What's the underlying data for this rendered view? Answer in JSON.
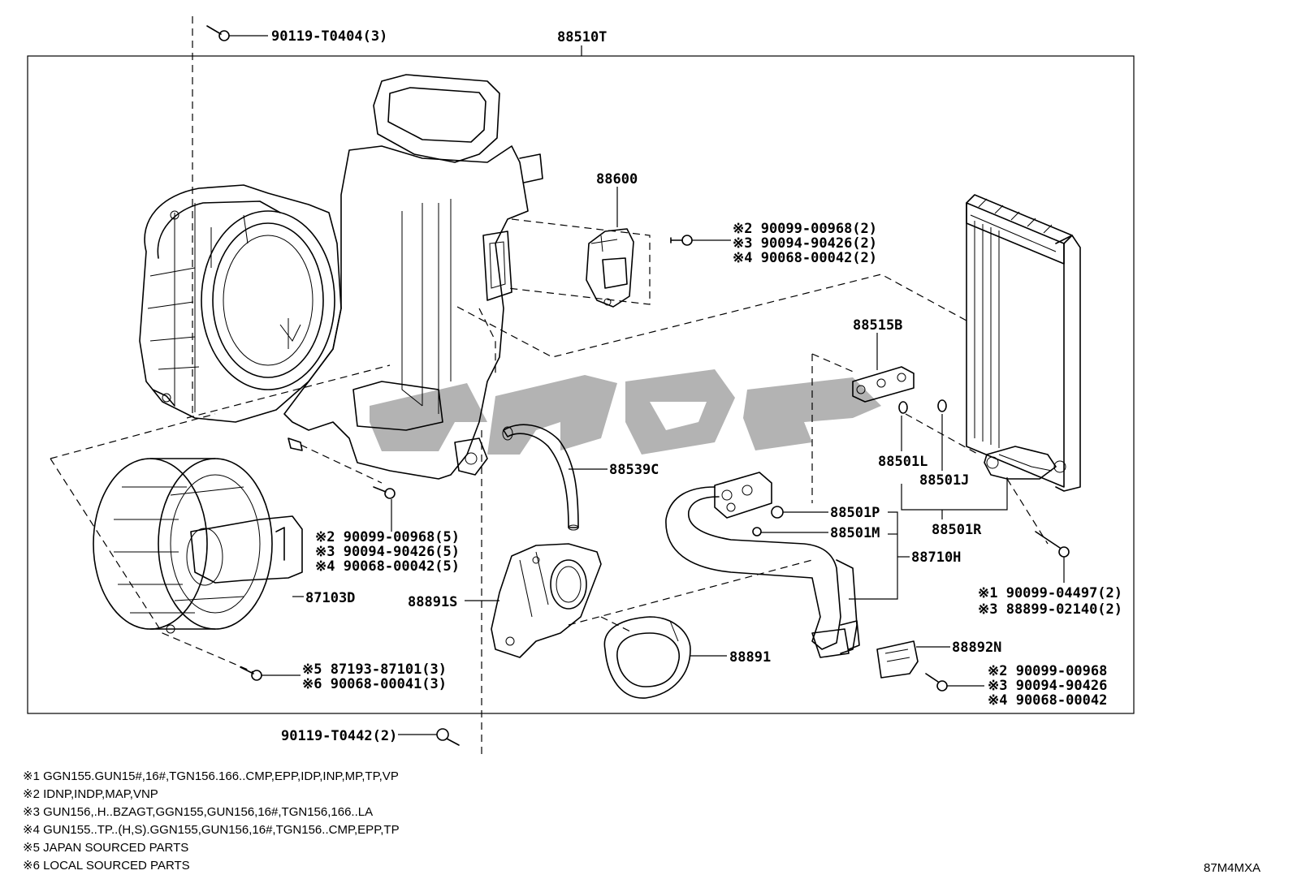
{
  "diagram_code": "87M4MXA",
  "assembly_label": "88510T",
  "callouts": {
    "bolt_top": "90119-T0404(3)",
    "bolt_bottom": "90119-T0442(2)",
    "resistor": "88600",
    "resistor_screws": [
      "※2 90099-00968(2)",
      "※3 90094-90426(2)",
      "※4 90068-00042(2)"
    ],
    "expansion_valve": "88515B",
    "oring_l": "88501L",
    "oring_j": "88501J",
    "oring_r": "88501R",
    "oring_p": "88501P",
    "oring_m": "88501M",
    "tube": "88710H",
    "drain_hose": "88539C",
    "blower_screws": [
      "※2 90099-00968(5)",
      "※3 90094-90426(5)",
      "※4 90068-00042(5)"
    ],
    "blower_motor": "87103D",
    "motor_screws": [
      "※5 87193-87101(3)",
      "※6 90068-00041(3)"
    ],
    "seal_s": "88891S",
    "seal": "88891",
    "clamp": "88892N",
    "clamp_screws": [
      "※2 90099-00968",
      "※3 90094-90426",
      "※4 90068-00042"
    ],
    "evap_bolts": [
      "※1 90099-04497(2)",
      "※3 88899-02140(2)"
    ]
  },
  "notes": [
    "※1 GGN155.GUN15#,16#,TGN156.166..CMP,EPP,IDP,INP,MP,TP,VP",
    "※2 IDNP,INDP,MAP,VNP",
    "※3 GUN156,.H..BZAGT,GGN155,GUN156,16#,TGN156,166..LA",
    "※4 GUN155..TP..(H,S).GGN155,GUN156,16#,TGN156..CMP,EPP,TP",
    "※5 JAPAN SOURCED PARTS",
    "※6 LOCAL SOURCED PARTS"
  ]
}
